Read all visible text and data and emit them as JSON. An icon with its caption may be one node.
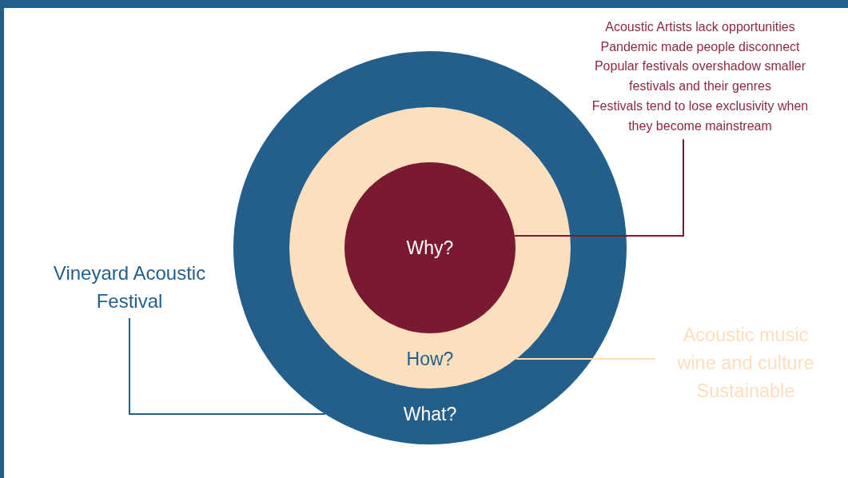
{
  "diagram": {
    "nodes": [
      {
        "text": [
          "What?"
        ]
      },
      {
        "text": [
          "How?"
        ],
        "in": 0
      },
      {
        "text": [
          "Why?"
        ],
        "in": 1
      },
      {
        "text": [
          "Acoustic Artists lack opportunities",
          "Pandemic made people disconnect",
          "Popular festivals overshadow smaller festivals and their genres",
          "Festivals tend to lose exclusivity when they become mainstream"
        ]
      },
      {
        "text": [
          "Vineyard Acoustic Festival"
        ]
      },
      {
        "text": [
          "Acoustic music",
          "wine and culture",
          "Sustainable"
        ]
      }
    ],
    "edges": [
      {
        "from": 3,
        "to": 2,
        "arrow": "none",
        "color": "#7a1a30"
      },
      {
        "from": 4,
        "to": 0,
        "arrow": "none",
        "color": "#235f8a"
      },
      {
        "from": 5,
        "to": 1,
        "arrow": "none",
        "color": "#fcdfbd"
      }
    ]
  }
}
